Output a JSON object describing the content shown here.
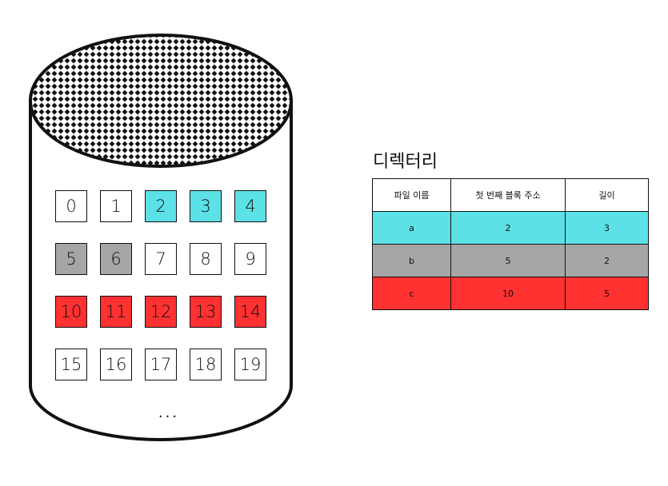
{
  "disk": {
    "blocks": [
      {
        "label": "0",
        "color": "#ffffff"
      },
      {
        "label": "1",
        "color": "#ffffff"
      },
      {
        "label": "2",
        "color": "#5ce1e6"
      },
      {
        "label": "3",
        "color": "#5ce1e6"
      },
      {
        "label": "4",
        "color": "#5ce1e6"
      },
      {
        "label": "5",
        "color": "#a6a6a6"
      },
      {
        "label": "6",
        "color": "#a6a6a6"
      },
      {
        "label": "7",
        "color": "#ffffff"
      },
      {
        "label": "8",
        "color": "#ffffff"
      },
      {
        "label": "9",
        "color": "#ffffff"
      },
      {
        "label": "10",
        "color": "#ff3131"
      },
      {
        "label": "11",
        "color": "#ff3131"
      },
      {
        "label": "12",
        "color": "#ff3131"
      },
      {
        "label": "13",
        "color": "#ff3131"
      },
      {
        "label": "14",
        "color": "#ff3131"
      },
      {
        "label": "15",
        "color": "#ffffff"
      },
      {
        "label": "16",
        "color": "#ffffff"
      },
      {
        "label": "17",
        "color": "#ffffff"
      },
      {
        "label": "18",
        "color": "#ffffff"
      },
      {
        "label": "19",
        "color": "#ffffff"
      }
    ],
    "ellipsis": "...",
    "top_pattern": "dotted"
  },
  "directory": {
    "title": "디렉터리",
    "headers": [
      "파일 이름",
      "첫 번째 블록 주소",
      "길이"
    ],
    "rows": [
      {
        "name": "a",
        "start": "2",
        "length": "3",
        "color": "#5ce1e6"
      },
      {
        "name": "b",
        "start": "5",
        "length": "2",
        "color": "#a6a6a6"
      },
      {
        "name": "c",
        "start": "10",
        "length": "5",
        "color": "#ff3131"
      }
    ]
  }
}
